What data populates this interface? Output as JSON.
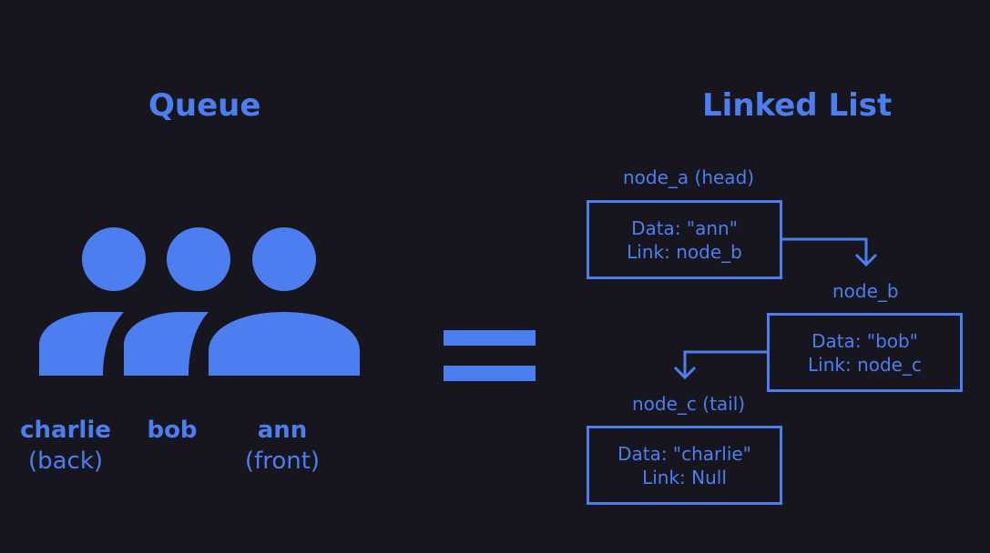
{
  "queue": {
    "title": "Queue",
    "people": [
      {
        "name": "charlie",
        "position": "(back)"
      },
      {
        "name": "bob",
        "position": ""
      },
      {
        "name": "ann",
        "position": "(front)"
      }
    ]
  },
  "linked_list": {
    "title": "Linked List",
    "nodes": [
      {
        "label": "node_a (head)",
        "data": "Data: \"ann\"",
        "link": "Link: node_b"
      },
      {
        "label": "node_b",
        "data": "Data: \"bob\"",
        "link": "Link: node_c"
      },
      {
        "label": "node_c (tail)",
        "data": "Data: \"charlie\"",
        "link": "Link: Null"
      }
    ]
  },
  "colors": {
    "background": "#17161f",
    "accent": "#4d7ef0"
  },
  "icons": {
    "person": "person-icon",
    "arrow": "down-arrow-icon",
    "equals": "equals-sign"
  }
}
